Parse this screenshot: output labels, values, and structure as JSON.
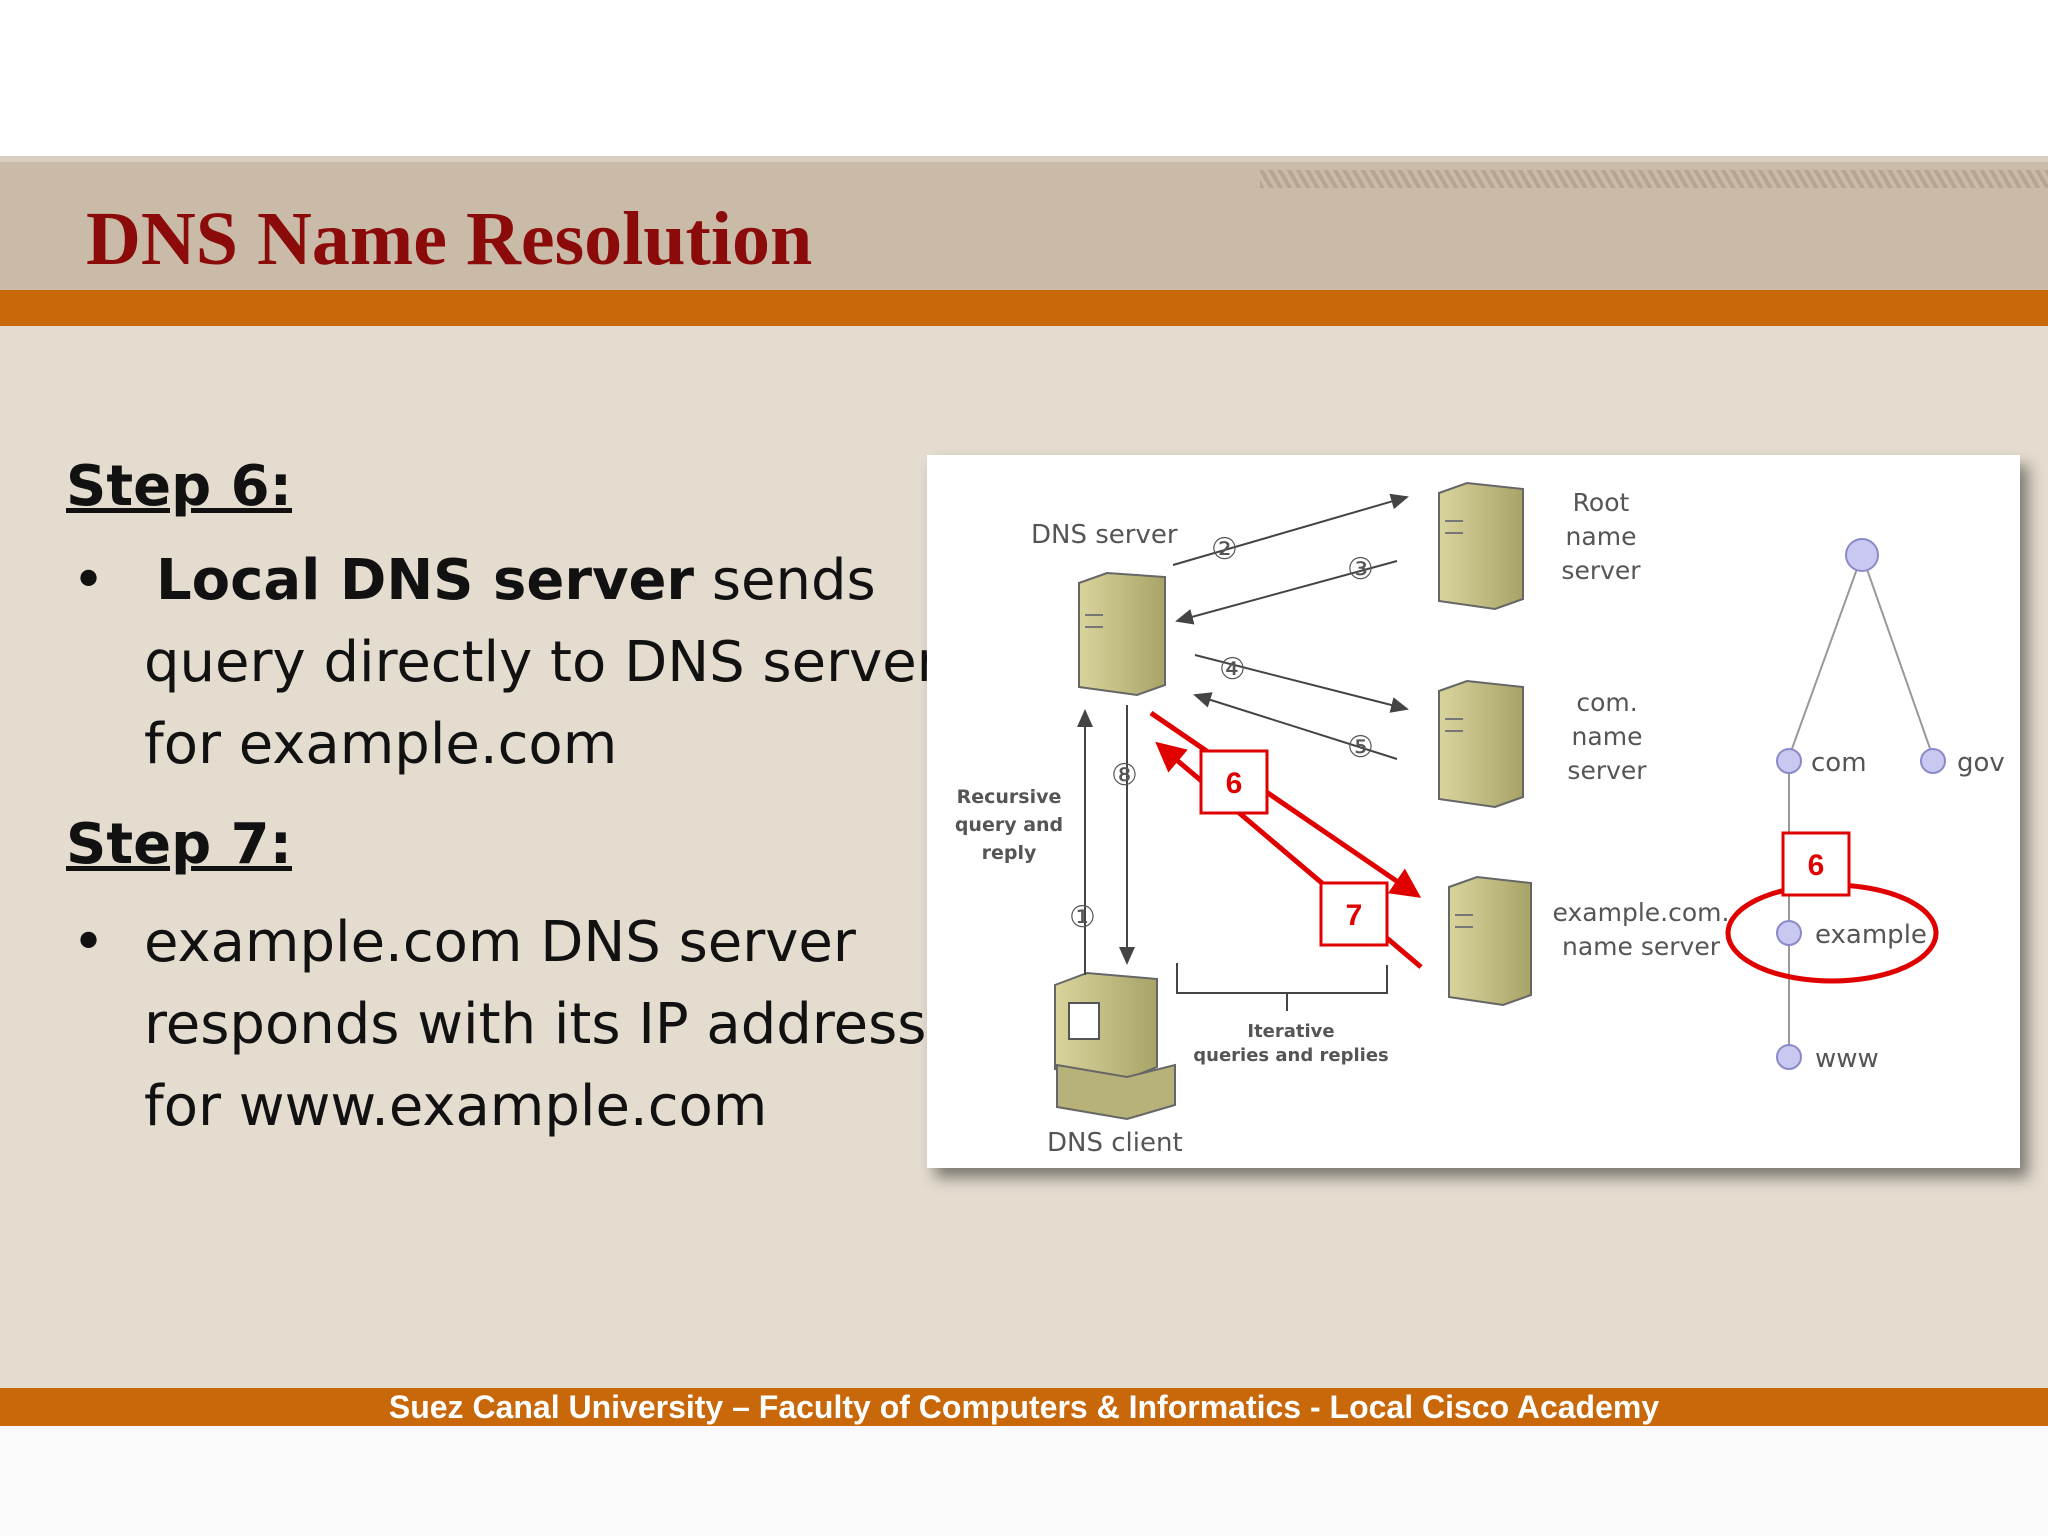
{
  "slide": {
    "title": "DNS Name Resolution",
    "footer": "Suez Canal University – Faculty of Computers & Informatics - Local Cisco Academy"
  },
  "content": {
    "step6": {
      "heading": "Step 6:",
      "bullet_bold": "Local DNS server",
      "bullet_rest_1": " sends",
      "bullet_line_2": "query directly to DNS server",
      "bullet_line_3": "for example.com"
    },
    "step7": {
      "heading": "Step 7:",
      "bullet_line_1": "example.com DNS server",
      "bullet_line_2": "responds with its IP address",
      "bullet_line_3": "for www.example.com"
    },
    "bullet_char": "•"
  },
  "diagram": {
    "dns_server_label": "DNS server",
    "root_label": [
      "Root",
      "name",
      "server"
    ],
    "com_label": [
      "com.",
      "name",
      "server"
    ],
    "example_label": [
      "example.com.",
      "name server"
    ],
    "client_label": "DNS client",
    "recursive_label": [
      "Recursive",
      "query and",
      "reply"
    ],
    "iterative_label": [
      "Iterative",
      "queries and replies"
    ],
    "circled_numbers": [
      "②",
      "③",
      "④",
      "⑤",
      "⑧",
      "①"
    ],
    "tree_nodes": {
      "com": "com",
      "gov": "gov",
      "example": "example",
      "www": "www"
    },
    "annotations": {
      "box_6_arrow": "6",
      "box_7_arrow": "7",
      "box_6_tree": "6"
    },
    "colors": {
      "red": "#e00000",
      "server_fill": "#c8c48a",
      "node_fill": "#c8c8f0"
    }
  }
}
